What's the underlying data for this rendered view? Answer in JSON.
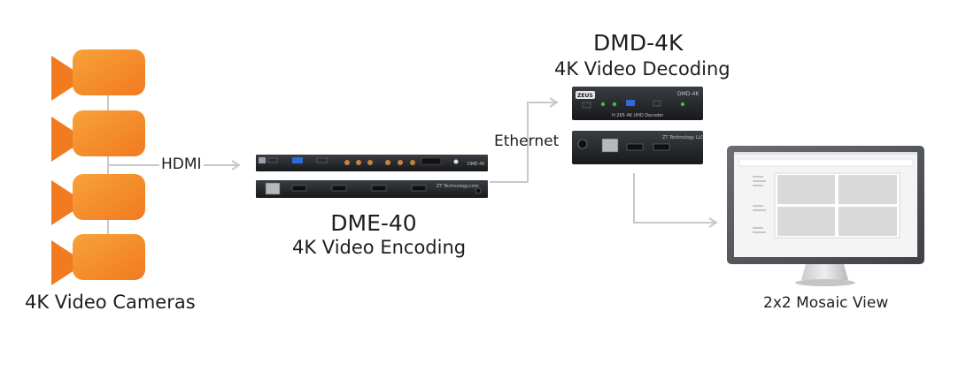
{
  "cameras": {
    "label": "4K Video Cameras",
    "count": 4,
    "color": "#f58a2a"
  },
  "links": {
    "hdmi": "HDMI",
    "ethernet": "Ethernet",
    "line_color": "#c8c8c8"
  },
  "encoder": {
    "name": "DME-40",
    "subtitle": "4K Video Encoding",
    "panel_model": "DME-40",
    "panel_brand": "ZT Technology.com"
  },
  "decoder": {
    "name": "DMD-4K",
    "subtitle": "4K Video Decoding",
    "panel_model": "DMD-4K",
    "panel_brand": "ZEUS",
    "panel_caption": "H.265 4K UHD Decoder",
    "rear_text": "ZT Technology LLC"
  },
  "display": {
    "label": "2x2 Mosaic View"
  }
}
